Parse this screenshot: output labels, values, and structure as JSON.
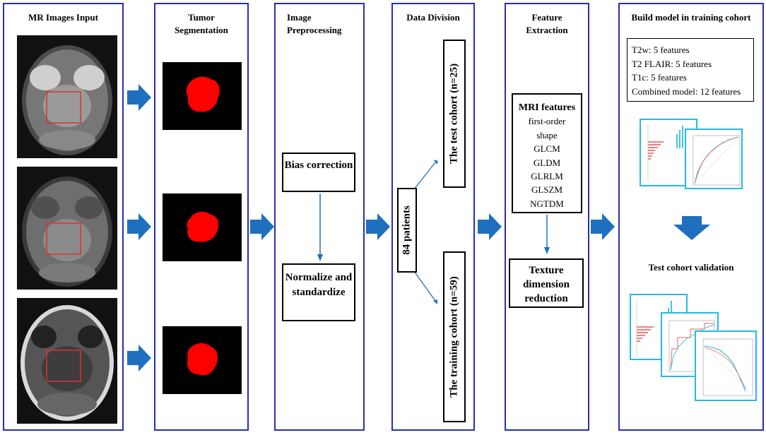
{
  "colors": {
    "frame": "#2a2fb0",
    "arrow": "#1f6fbf",
    "tumor": "#ff0000",
    "roi": "#e03030",
    "chart_border": "#27b8e6"
  },
  "panels": {
    "input": {
      "title": "MR Images Input"
    },
    "segmentation": {
      "title": "Tumor Segmentation"
    },
    "preprocessing": {
      "title": "Image Preprocessing",
      "step1": "Bias correction",
      "step2": "Normalize and standardize"
    },
    "division": {
      "title": "Data Division",
      "patients": "84 patients",
      "test": "The test cohort (n=25)",
      "train": "The training cohort (n=59)"
    },
    "extraction": {
      "title": "Feature Extraction",
      "features_heading": "MRI features",
      "features": [
        "first-order",
        "shape",
        "GLCM",
        "GLDM",
        "GLRLM",
        "GLSZM",
        "NGTDM"
      ],
      "reduction": "Texture dimension reduction"
    },
    "model": {
      "title": "Build model in training cohort",
      "summary": [
        "T2w: 5 features",
        "T2 FLAIR: 5 features",
        "T1c: 5 features",
        "Combined model: 12 features"
      ],
      "validation": "Test cohort validation"
    }
  },
  "icons": [
    "right-arrow-icon",
    "down-arrow-icon",
    "brain-mri-image",
    "tumor-mask-image",
    "chart-thumbnail"
  ]
}
